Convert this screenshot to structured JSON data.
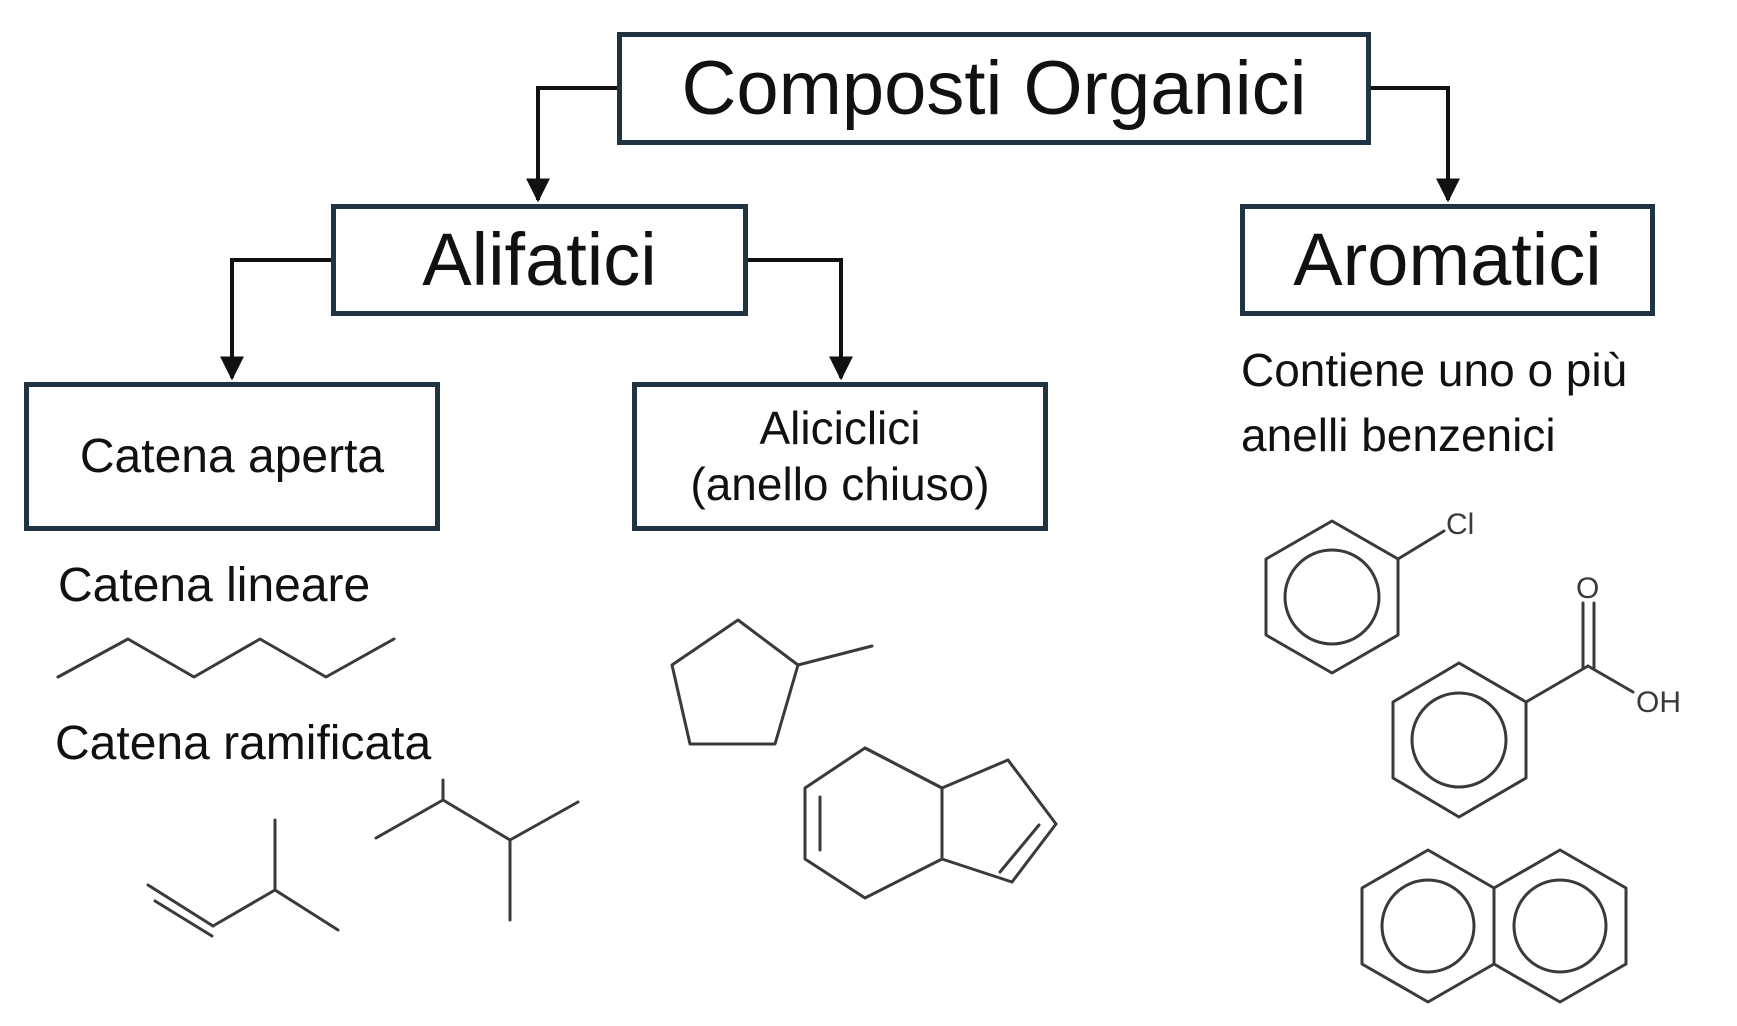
{
  "diagram": {
    "root": "Composti Organici",
    "branches": {
      "alifatici": {
        "label": "Alifatici",
        "children": {
          "catena_aperta": {
            "label": "Catena aperta",
            "sub_labels": {
              "lineare": "Catena lineare",
              "ramificata": "Catena ramificata"
            }
          },
          "aliciclici": {
            "line1": "Aliciclici",
            "line2": "(anello chiuso)"
          }
        }
      },
      "aromatici": {
        "label": "Aromatici",
        "description_line1": "Contiene uno o più",
        "description_line2": "anelli benzenici",
        "atom_labels": {
          "cl": "Cl",
          "o": "O",
          "oh": "OH"
        }
      }
    }
  },
  "colors": {
    "box_border": "#1f3440",
    "lines": "#111111",
    "structures": "#3a3a3a"
  }
}
